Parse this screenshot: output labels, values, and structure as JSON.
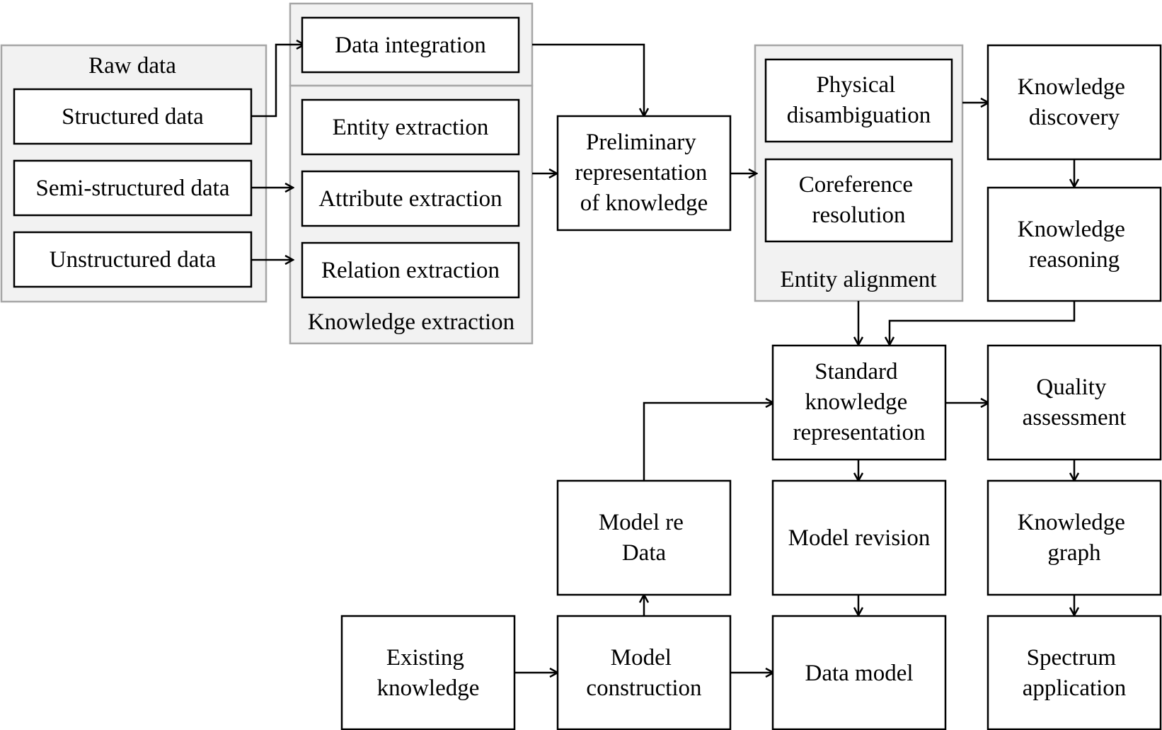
{
  "groups": {
    "raw_data": "Raw data",
    "knowledge_extraction": "Knowledge extraction",
    "entity_alignment": "Entity alignment"
  },
  "nodes": {
    "structured_data": [
      "Structured data"
    ],
    "semi_structured_data": [
      "Semi-structured data"
    ],
    "unstructured_data": [
      "Unstructured data"
    ],
    "data_integration": [
      "Data integration"
    ],
    "entity_extraction": [
      "Entity extraction"
    ],
    "attribute_extraction": [
      "Attribute extraction"
    ],
    "relation_extraction": [
      "Relation extraction"
    ],
    "preliminary_representation": [
      "Preliminary",
      "representation",
      "of knowledge"
    ],
    "physical_disambiguation": [
      "Physical",
      "disambiguation"
    ],
    "coreference_resolution": [
      "Coreference",
      "resolution"
    ],
    "knowledge_discovery": [
      "Knowledge",
      "discovery"
    ],
    "knowledge_reasoning": [
      "Knowledge",
      "reasoning"
    ],
    "standard_representation": [
      "Standard",
      "knowledge",
      "representation"
    ],
    "quality_assessment": [
      "Quality",
      "assessment"
    ],
    "model_re_data": [
      "Model re",
      "Data"
    ],
    "model_revision": [
      "Model revision"
    ],
    "knowledge_graph": [
      "Knowledge",
      "graph"
    ],
    "existing_knowledge": [
      "Existing",
      "knowledge"
    ],
    "model_construction": [
      "Model",
      "construction"
    ],
    "data_model": [
      "Data model"
    ],
    "spectrum_application": [
      "Spectrum",
      "application"
    ]
  }
}
